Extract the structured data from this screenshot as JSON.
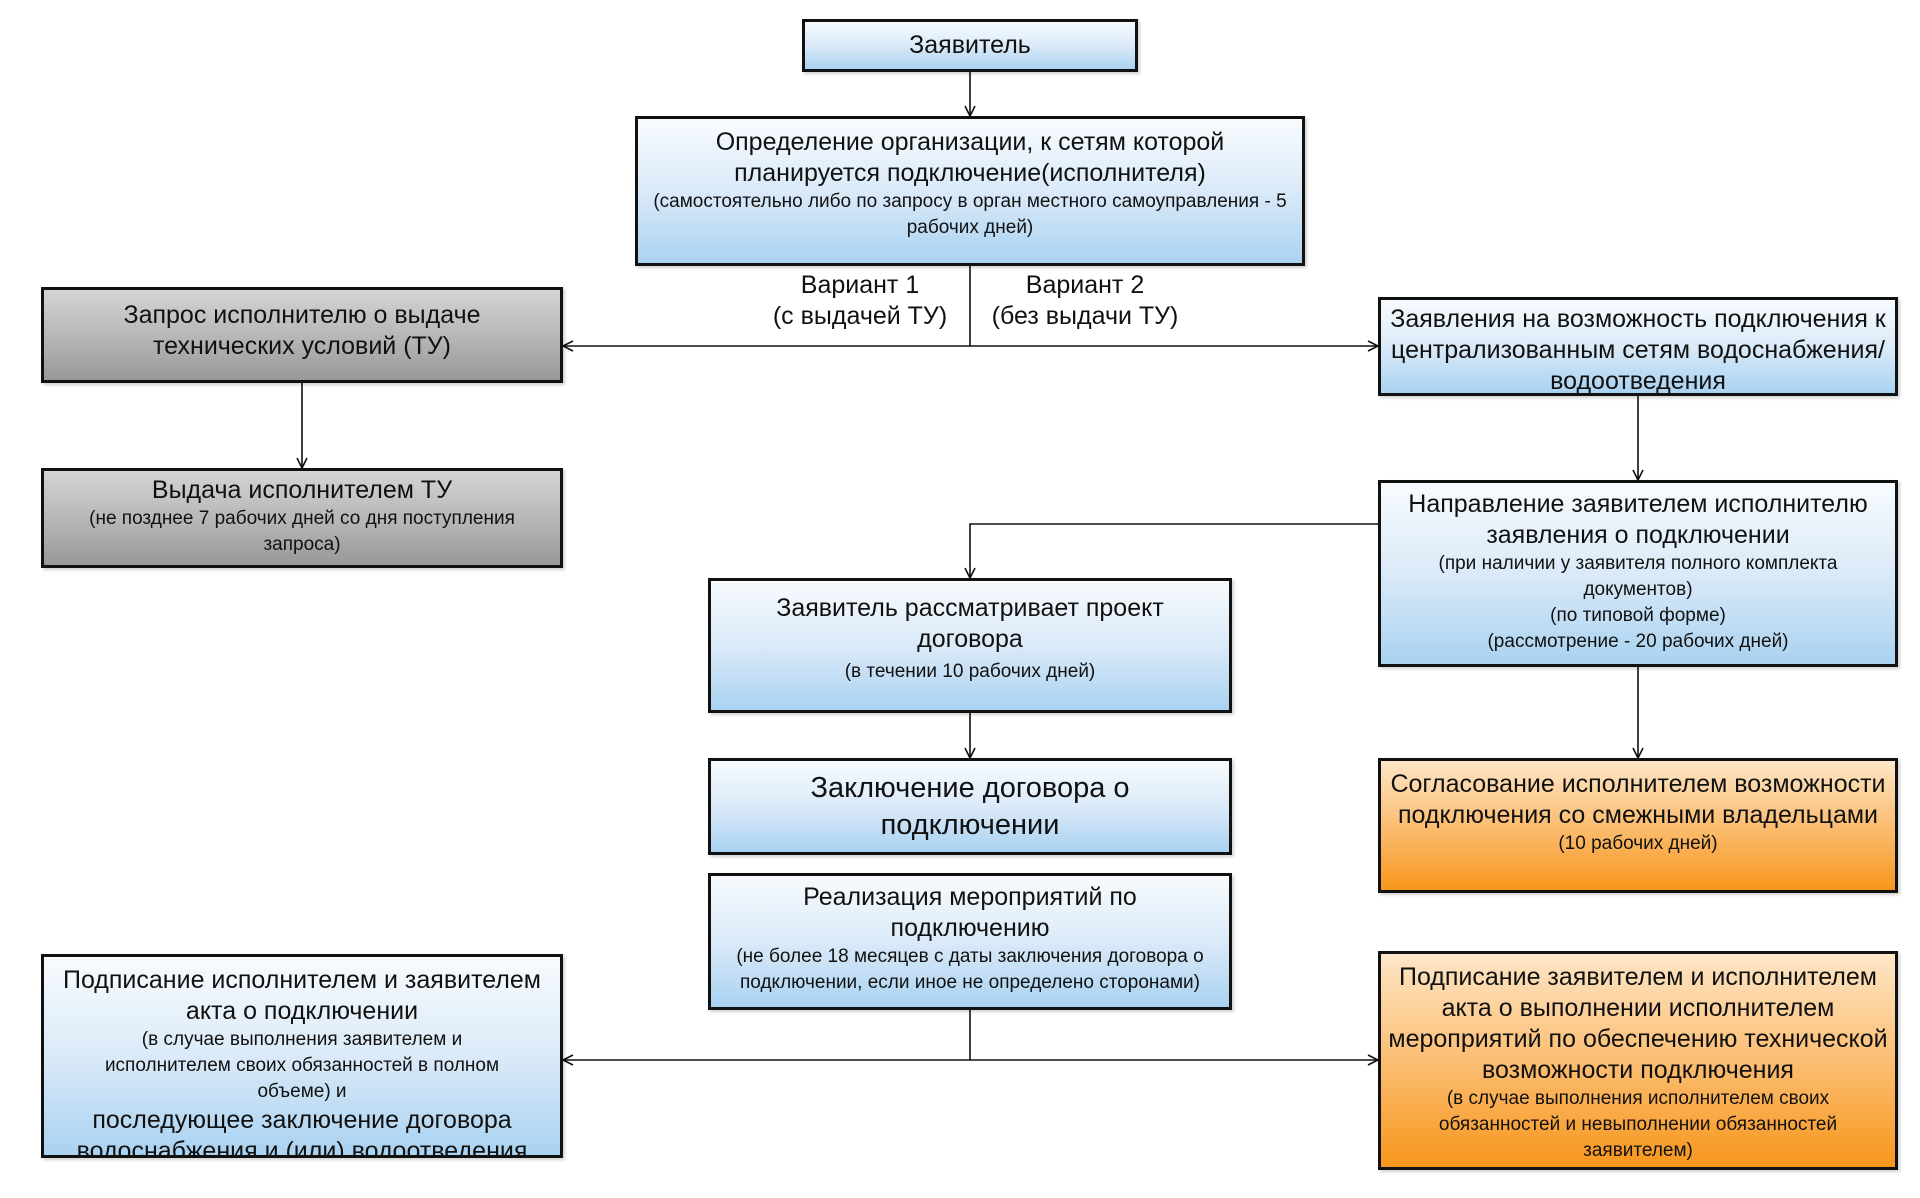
{
  "boxes": {
    "applicant": {
      "title": "Заявитель"
    },
    "determine_org": {
      "title": "Определение организации, к сетям которой планируется подключение(исполнителя)",
      "note": "(самостоятельно либо по запросу в орган местного самоуправления - 5 рабочих дней)"
    },
    "tu_request": {
      "title": "Запрос исполнителю о выдаче технических условий (ТУ)"
    },
    "tu_issue": {
      "title": "Выдача исполнителем ТУ",
      "note": "(не позднее 7 рабочих дней со дня поступления запроса)"
    },
    "application_possibility": {
      "title": "Заявления на возможность подключения к централизованным сетям водоснабжения/водоотведения"
    },
    "application_send": {
      "title": "Направление заявителем исполнителю заявления о подключении",
      "note1": "(при наличии у заявителя полного комплекта документов)",
      "note2": "(по типовой форме)",
      "note3": "(рассмотрение - 20 рабочих дней)"
    },
    "review_contract": {
      "title": "Заявитель рассматривает проект договора",
      "note": "(в течении 10 рабочих дней)"
    },
    "conclude_contract": {
      "title": "Заключение договора о подключении"
    },
    "implementation": {
      "title": "Реализация мероприятий по подключению",
      "note": "(не более 18 месяцев с даты заключения договора о подключении, если иное не определено сторонами)"
    },
    "agreement_owners": {
      "title": "Согласование исполнителем возможности подключения со смежными владельцами",
      "note": "(10 рабочих дней)"
    },
    "sign_act_left": {
      "title": "Подписание исполнителем и заявителем акта о подключении",
      "note": "(в случае выполнения заявителем и исполнителем своих обязанностей в полном объеме) и",
      "title2": "последующее заключение договора водоснабжения и (или) водоотведения"
    },
    "sign_act_right": {
      "title": "Подписание заявителем и исполнителем акта о выполнении исполнителем мероприятий по обеспечению технической возможности подключения",
      "note": "(в случае выполнения исполнителем своих обязанностей и невыполнении обязанностей заявителем)"
    }
  },
  "labels": {
    "variant1_line1": "Вариант 1",
    "variant1_line2": "(с выдачей ТУ)",
    "variant2_line1": "Вариант 2",
    "variant2_line2": "(без выдачи ТУ)"
  },
  "colors": {
    "blue_box": "#a9d2f1",
    "gray_box": "#a6a6a6",
    "orange_box": "#f7961c",
    "line": "#111111"
  }
}
